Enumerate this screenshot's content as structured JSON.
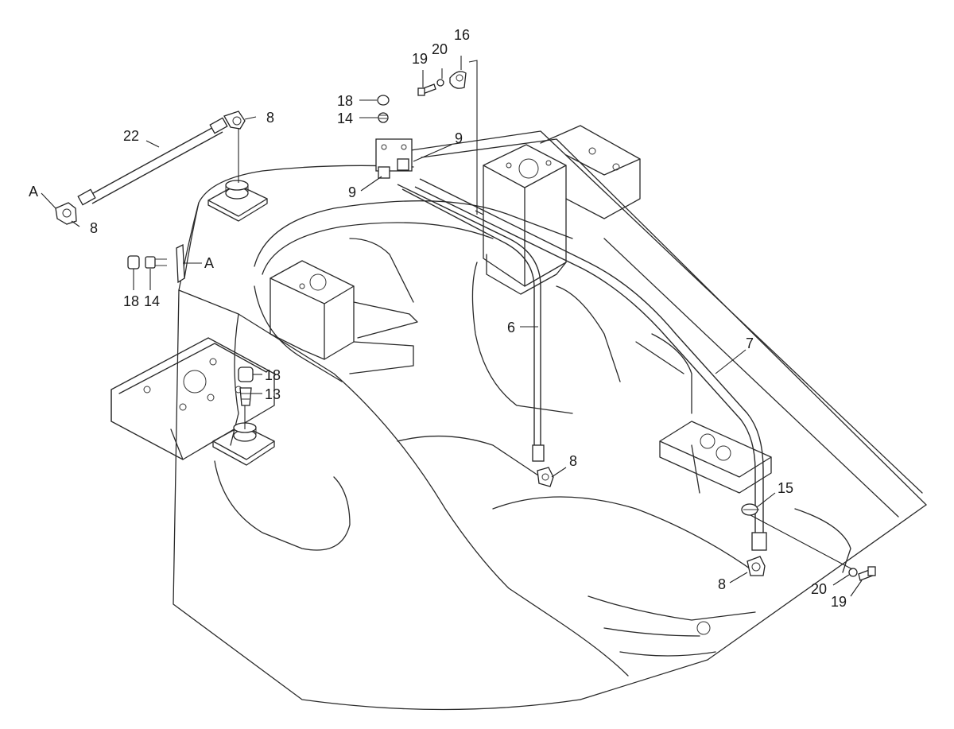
{
  "callouts": {
    "c_16": "16",
    "c_20_top": "20",
    "c_19_top": "19",
    "c_18_top": "18",
    "c_14_top": "14",
    "c_9_right": "9",
    "c_9_left": "9",
    "c_22": "22",
    "c_8_top": "8",
    "c_A_top": "A",
    "c_8_left": "8",
    "c_A_mid": "A",
    "c_18_left": "18",
    "c_14_left": "14",
    "c_18_mid": "18",
    "c_13": "13",
    "c_6": "6",
    "c_7": "7",
    "c_8_mid": "8",
    "c_15": "15",
    "c_8_bot": "8",
    "c_20_bot": "20",
    "c_19_bot": "19"
  }
}
